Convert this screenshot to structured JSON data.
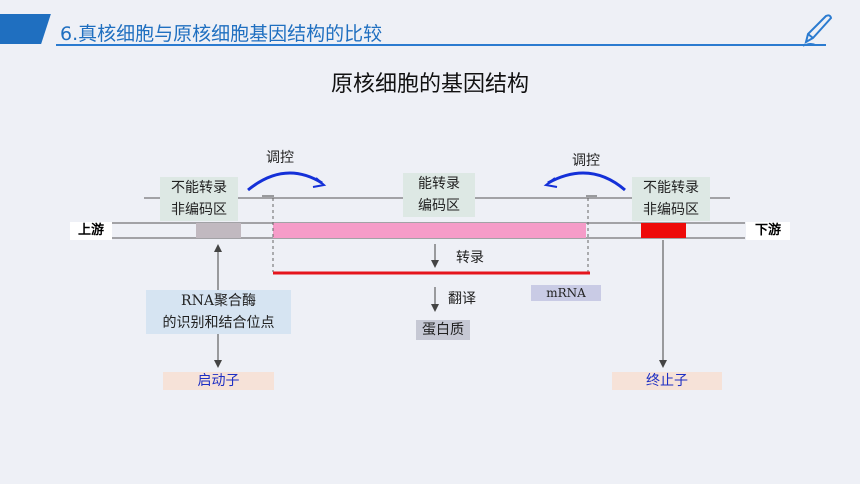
{
  "header": {
    "title": "6.真核细胞与原核细胞基因结构的比较",
    "accent": "#1f6fc0"
  },
  "diagram": {
    "title": "原核细胞的基因结构",
    "regulate_left": "调控",
    "regulate_right": "调控",
    "noncoding_left": [
      "不能转录",
      "非编码区"
    ],
    "coding": [
      "能转录",
      "编码区"
    ],
    "noncoding_right": [
      "不能转录",
      "非编码区"
    ],
    "upstream": "上游",
    "downstream": "下游",
    "transcription": "转录",
    "translation": "翻译",
    "mrna": "mRNA",
    "protein": "蛋白质",
    "rna_pol": [
      "RNA聚合酶",
      "的识别和结合位点"
    ],
    "promoter": "启动子",
    "terminator": "终止子",
    "colors": {
      "coding_region": "#f59cc8",
      "promoter_region": "#c1b9c0",
      "terminator_region": "#ee0a0a",
      "mrna_line": "#e5141c",
      "arrow_blue": "#1430d8"
    }
  }
}
